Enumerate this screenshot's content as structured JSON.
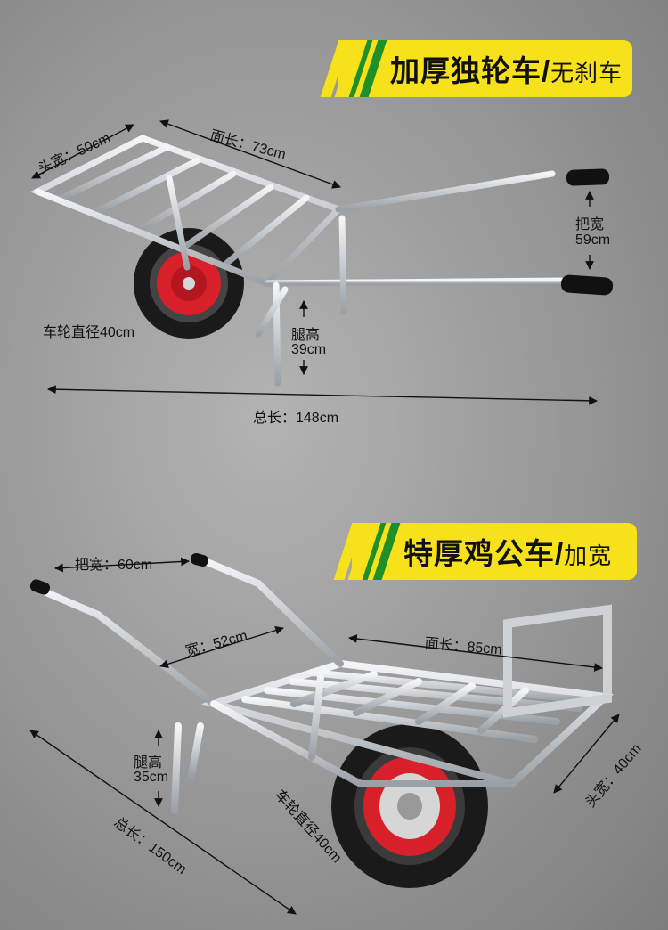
{
  "product1": {
    "title": "加厚独轮车/",
    "subtitle": "无刹车",
    "dims": {
      "head_width": "头宽：50cm",
      "surface_length": "面长：73cm",
      "handle_width_a": "把宽",
      "handle_width_b": "59cm",
      "wheel_diameter": "车轮直径40cm",
      "leg_height_a": "腿高",
      "leg_height_b": "39cm",
      "total_length": "总长：148cm"
    }
  },
  "product2": {
    "title": "特厚鸡公车/",
    "subtitle": "加宽",
    "dims": {
      "handle_width": "把宽：60cm",
      "width": "宽：52cm",
      "surface_length": "面长：85cm",
      "leg_height_a": "腿高",
      "leg_height_b": "35cm",
      "head_width": "头宽：40cm",
      "wheel_diameter": "车轮直径40cm",
      "total_length": "总长：150cm"
    }
  },
  "colors": {
    "banner_yellow": "#f6e11a",
    "banner_green": "#1f8f2a",
    "frame_metal": "#e2e4e6",
    "wheel_rim": "#d8202a",
    "tire": "#1a1a1a"
  }
}
